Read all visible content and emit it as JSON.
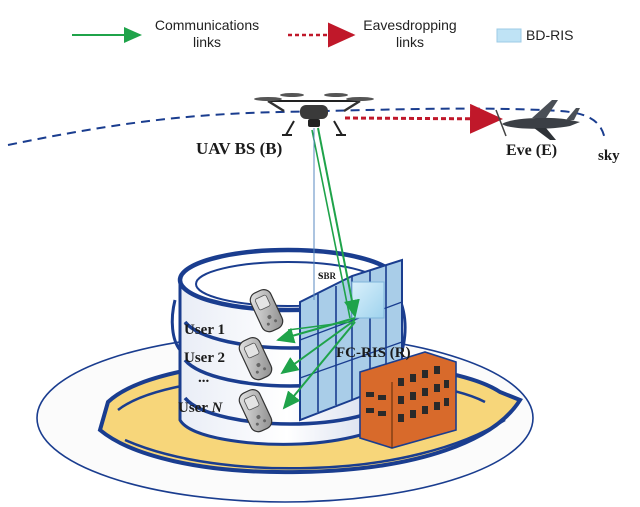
{
  "legend": {
    "comm_line1": "Communications",
    "comm_line2": "links",
    "eaves_line1": "Eavesdropping",
    "eaves_line2": "links",
    "bdris": "BD-RIS"
  },
  "labels": {
    "uav": "UAV BS (B)",
    "eve": "Eve (E)",
    "sky": "sky",
    "s_main": "s",
    "s_sub": "BR",
    "user1": "User 1",
    "user2": "User 2",
    "dots": "...",
    "userN_prefix": "User ",
    "userN_var": "N",
    "fcris": "FC-RIS (R)"
  },
  "colors": {
    "comm": "#1fa34a",
    "eaves": "#c0182a",
    "outline": "#1a3d8f",
    "ris": "#bfe3f5",
    "ground": "#f7d67a",
    "building": "#d86a2b"
  },
  "icons": [
    "drone-icon",
    "aircraft-icon",
    "phone-icon"
  ]
}
